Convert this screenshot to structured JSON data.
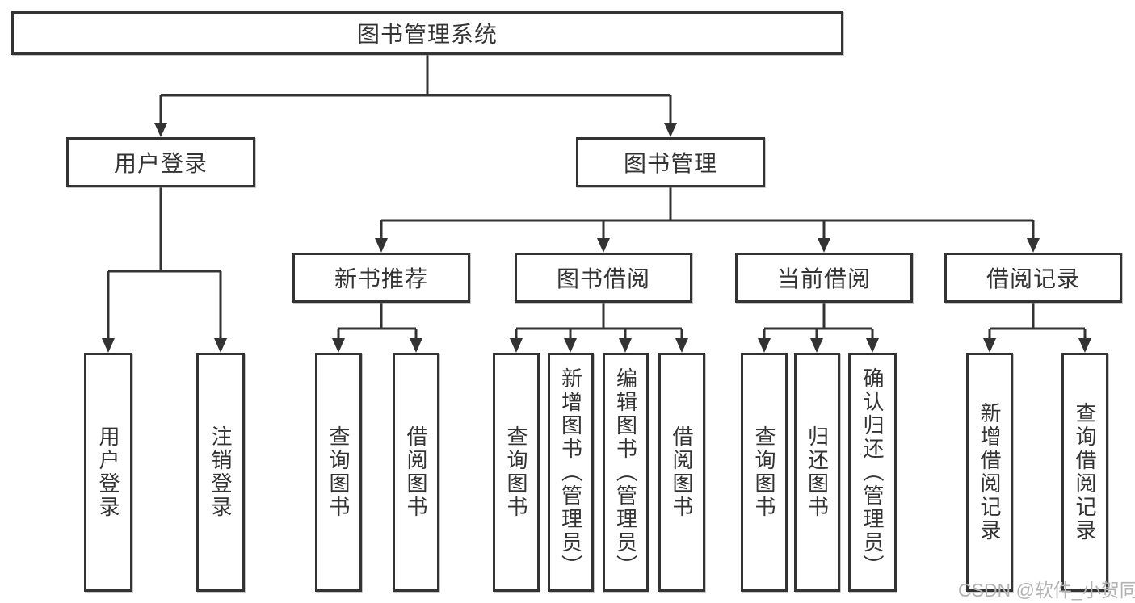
{
  "diagram": {
    "title": "图书管理系统",
    "type": "tree",
    "root": {
      "label": "图书管理系统"
    },
    "branches": {
      "user_login": {
        "label": "用户登录",
        "children": {
          "login": {
            "label": "用户登录"
          },
          "logout": {
            "label": "注销登录"
          }
        }
      },
      "book_mgmt": {
        "label": "图书管理",
        "children": {
          "new_book": {
            "label": "新书推荐",
            "children": {
              "query": {
                "label": "查询图书"
              },
              "borrow": {
                "label": "借阅图书"
              }
            }
          },
          "borrowing": {
            "label": "图书借阅",
            "children": {
              "query": {
                "label": "查询图书"
              },
              "add": {
                "label": "新增图书（管理员）"
              },
              "edit": {
                "label": "编辑图书（管理员）"
              },
              "borrow": {
                "label": "借阅图书"
              }
            }
          },
          "current": {
            "label": "当前借阅",
            "children": {
              "query": {
                "label": "查询图书"
              },
              "return": {
                "label": "归还图书"
              },
              "confirm": {
                "label": "确认归还（管理员）"
              }
            }
          },
          "records": {
            "label": "借阅记录",
            "children": {
              "add": {
                "label": "新增借阅记录"
              },
              "query": {
                "label": "查询借阅记录"
              }
            }
          }
        }
      }
    }
  },
  "watermark": {
    "text": "CSDN @软件_小贺同学"
  },
  "colors": {
    "line": "#333333",
    "box_border": "#333333",
    "text": "#333333",
    "background": "#ffffff",
    "watermark": "#b3b3b3"
  }
}
